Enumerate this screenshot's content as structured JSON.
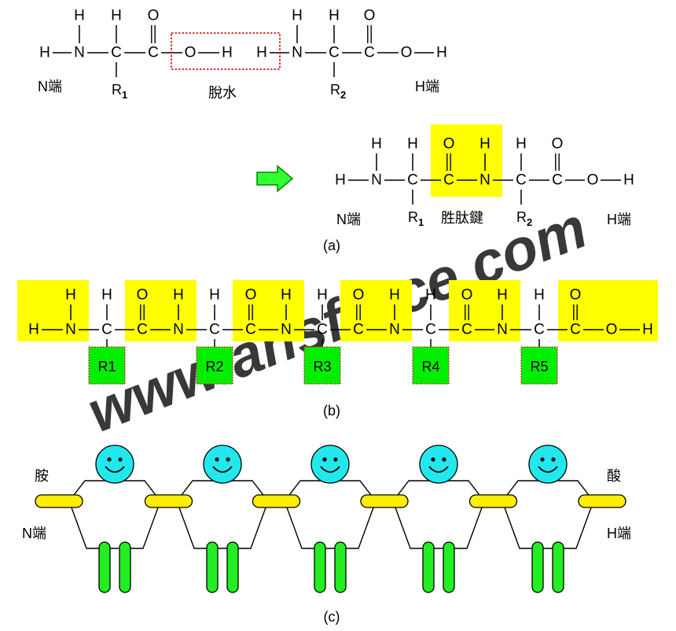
{
  "watermark": "www.ansforce.com",
  "colors": {
    "highlight": "#ffff00",
    "side_chain": "#00ee00",
    "side_chain_border": "#cc3333",
    "arrow_fill": "#33ff33",
    "arrow_stroke": "#008800",
    "dehydration_box": "#c00000",
    "face": "#22e8ee",
    "hand": "#ffee00",
    "leg": "#22ee22",
    "watermark": "#9fc3e6"
  },
  "panel_a": {
    "reactant1": {
      "n_term": "N端",
      "r": "R",
      "r_sub": "1"
    },
    "reactant2": {
      "c_term": "H端",
      "r": "R",
      "r_sub": "2"
    },
    "dehydration": "脫水",
    "product": {
      "n_term": "N端",
      "bond": "胜肽鍵",
      "c_term": "H端",
      "r1": "R",
      "r1_sub": "1",
      "r2": "R",
      "r2_sub": "2"
    },
    "caption": "(a)"
  },
  "panel_b": {
    "side_chains": [
      "R1",
      "R2",
      "R3",
      "R4",
      "R5"
    ],
    "caption": "(b)"
  },
  "panel_c": {
    "amine_end": "胺",
    "acid_end": "酸",
    "n_term": "N端",
    "c_term": "H端",
    "residue_count": 5,
    "caption": "(c)"
  }
}
